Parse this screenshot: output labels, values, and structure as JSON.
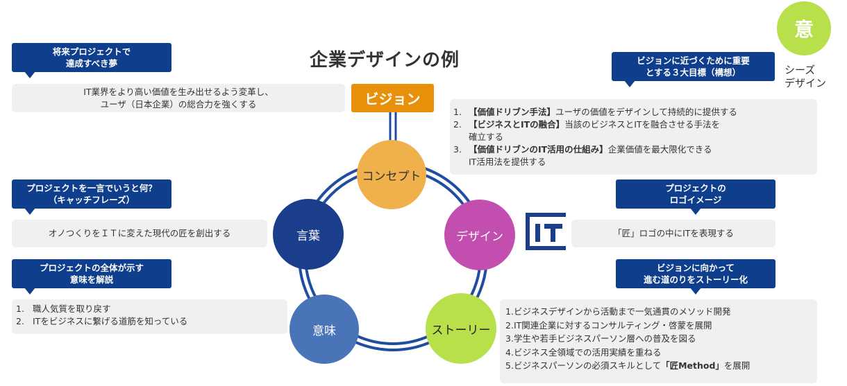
{
  "title": "企業デザインの例",
  "badge": {
    "char": "意",
    "caption": "シーズ\nデザイン"
  },
  "vision": {
    "label": "ビジョン"
  },
  "cycle": {
    "concept": "コンセプト",
    "design": "デザイン",
    "story": "ストーリー",
    "meaning": "意味",
    "words": "言葉"
  },
  "colors": {
    "navy": "#0e3e8c",
    "orange": "#e8900a",
    "concept": "#f0b04c",
    "design": "#c24fb0",
    "story": "#b8e04a",
    "meaning": "#4a74b8",
    "words": "#1a3e8c",
    "ring": "#1f4ea0"
  },
  "panels": {
    "dream": {
      "callout": "将来プロジェクトで\n達成すべき夢",
      "text": "IT業界をより高い価値を生み出せるよう変革し、\nユーザ（日本企業）の総合力を強くする"
    },
    "catch": {
      "callout": "プロジェクトを一言でいうと何？\n（キャッチフレーズ）",
      "text": "オノつくりをＩＴに変えた現代の匠を創出する"
    },
    "meaning": {
      "callout": "プロジェクトの全体が示す\n意味を解説",
      "items": [
        {
          "num": "1.",
          "text": "職人気質を取り戻す"
        },
        {
          "num": "2.",
          "text": "ITをビジネスに繋げる道筋を知っている"
        }
      ]
    },
    "goals": {
      "callout": "ビジョンに近づくために重要\nとする３大目標（構想）",
      "items": [
        {
          "num": "1.",
          "bold": "【価値ドリブン手法】",
          "text": "ユーザの価値をデザインして持続的に提供する"
        },
        {
          "num": "2.",
          "bold": "【ビジネスとITの融合】",
          "text": "当該のビジネスとITを融合させる手法を\n確立する"
        },
        {
          "num": "3.",
          "bold": "【価値ドリブンのIT活用の仕組み】",
          "text": "企業価値を最大限化できる\nIT活用法を提供する"
        }
      ]
    },
    "logo": {
      "callout": "プロジェクトの\nロゴイメージ",
      "text": "「匠」ロゴの中にITを表現する"
    },
    "story": {
      "callout": "ビジョンに向かって\n進む道のりをストーリー化",
      "items": [
        {
          "num": "1.",
          "text": "ビジネスデザインから活動まで一気通貫のメソッド開発"
        },
        {
          "num": "2.",
          "text": "IT関連企業に対するコンサルティング・啓蒙を展開"
        },
        {
          "num": "3.",
          "text": "学生や若手ビジネスパーソン層への普及を図る"
        },
        {
          "num": "4.",
          "text": "ビジネス全領域での活用実績を重ねる"
        },
        {
          "num": "5.",
          "text": "ビジネスパーソンの必須スキルとして",
          "bold": "「匠Method」",
          "tail": "を展開"
        }
      ]
    }
  }
}
